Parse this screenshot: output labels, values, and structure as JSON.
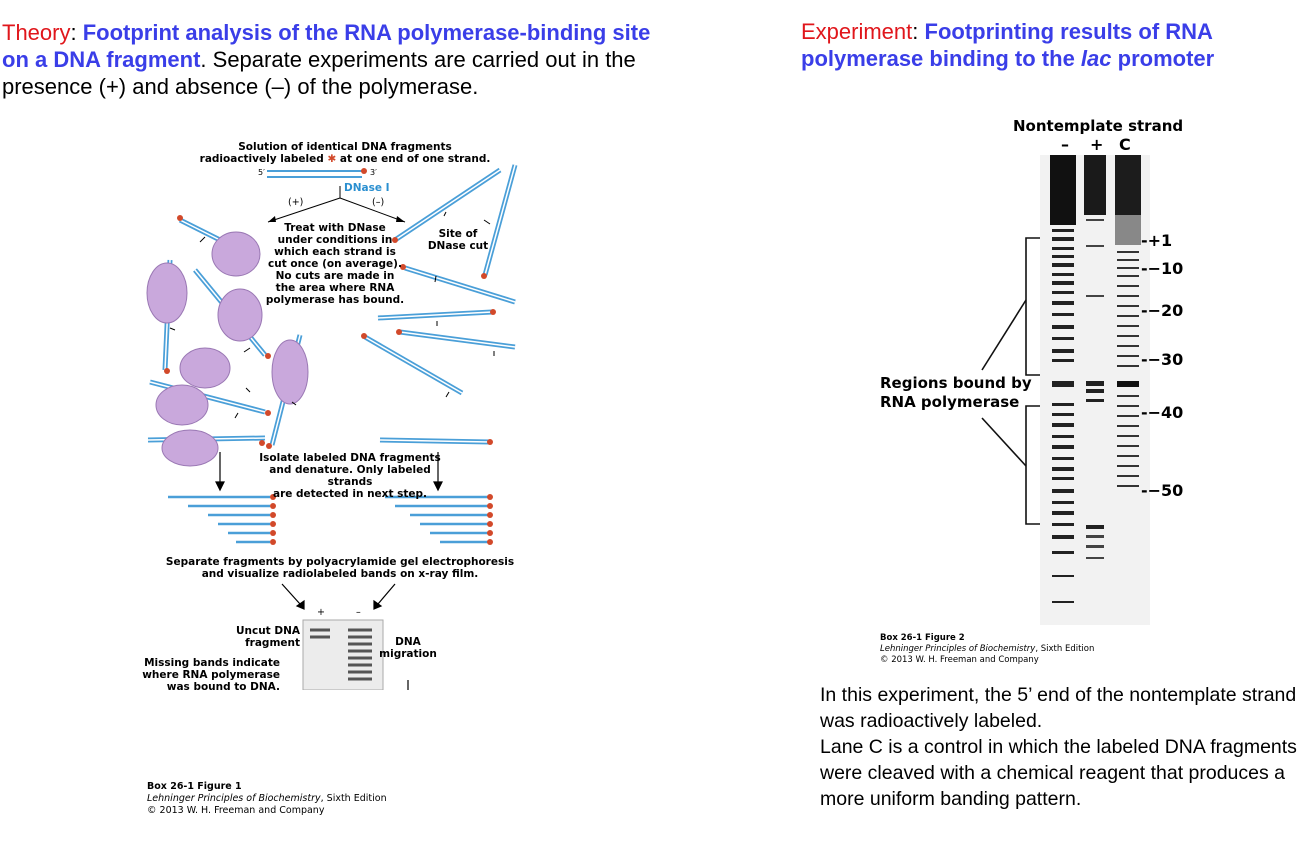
{
  "left": {
    "title_prefix": "Theory",
    "title_colon": ": ",
    "title_bold": "Footprint analysis of the RNA polymerase-binding site on a DNA fragment",
    "title_rest": ". Separate experiments are carried out in the presence (+) and absence (–) of the polymerase.",
    "figure": {
      "step1_line1": "Solution of identical DNA fragments",
      "step1_line2a": "radioactively labeled ",
      "step1_star": "✱",
      "step1_line2b": " at one end of one strand.",
      "prime5": "5′",
      "prime3": "3′",
      "enzyme": "DNase I",
      "plus": "(+)",
      "minus": "(–)",
      "treat": [
        "Treat with DNase",
        "under conditions in",
        "which each strand is",
        "cut once (on average).",
        "No cuts are made in",
        "the area where RNA",
        "polymerase has bound."
      ],
      "site": [
        "Site of",
        "DNase cut"
      ],
      "isolate": [
        "Isolate labeled DNA fragments",
        "and denature.  Only labeled strands",
        "are detected in next step."
      ],
      "separate": [
        "Separate fragments by polyacrylamide gel electrophoresis",
        "and visualize radiolabeled bands on x-ray film."
      ],
      "gel_plus": "+",
      "gel_minus": "–",
      "uncut": [
        "Uncut DNA",
        "fragment"
      ],
      "missing": [
        "Missing bands indicate",
        "where RNA polymerase",
        "was bound to DNA."
      ],
      "migration": [
        "DNA",
        "migration"
      ],
      "caption_title": "Box 26-1 Figure 1",
      "caption_book": "Lehninger Principles of Biochemistry",
      "caption_edition": ", Sixth Edition",
      "caption_copy": "© 2013 W. H. Freeman and Company"
    }
  },
  "right": {
    "title_prefix": "Experiment",
    "title_colon": ": ",
    "title_bold_1": "Footprinting results of RNA polymerase binding to the ",
    "title_italic": "lac",
    "title_bold_2": " promoter",
    "gel_header": "Nontemplate strand",
    "lanes": [
      "–",
      "+",
      "C"
    ],
    "markers": [
      "+1",
      "−10",
      "−20",
      "−30",
      "−40",
      "−50"
    ],
    "regions_label": [
      "Regions bound by",
      "RNA polymerase"
    ],
    "caption_title": "Box 26-1 Figure 2",
    "caption_book": "Lehninger Principles of Biochemistry",
    "caption_edition": ", Sixth Edition",
    "caption_copy": "© 2013 W. H. Freeman and Company",
    "notes": [
      "In this experiment, the 5’ end of the nontemplate strand was radioactively labeled.",
      "Lane C is a control in which the labeled DNA fragments were cleaved with a chemical reagent that produces a more uniform banding pattern."
    ]
  },
  "colors": {
    "accent_red": "#e0161b",
    "accent_blue": "#3a3ee8",
    "dna_blue": "#4a9fd8",
    "label_orange": "#d2492a",
    "polymerase_purple": "#c9a8dc"
  }
}
